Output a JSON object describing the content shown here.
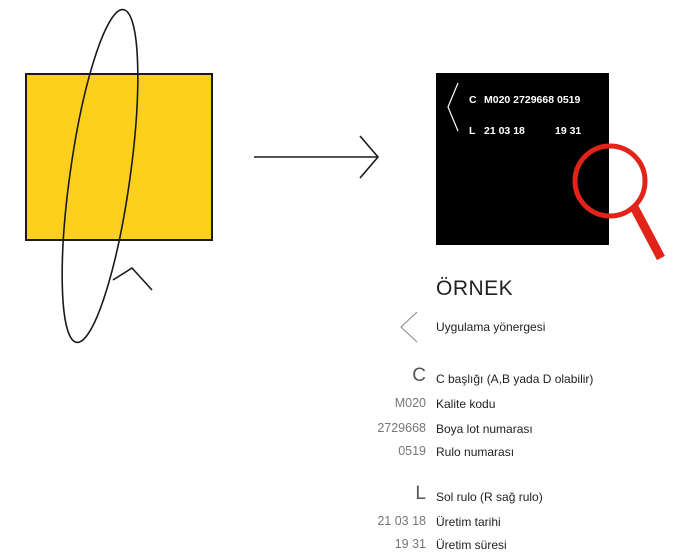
{
  "panel": {
    "line1_letter": "C",
    "line1_text": "M020 2729668 0519",
    "line2_letter": "L",
    "line2_date": "21 03 18",
    "line2_time": "19 31"
  },
  "title": "ÖRNEK",
  "legend": {
    "chevron": {
      "code": "〈",
      "desc": "Uygulama yönergesi"
    },
    "items": [
      {
        "code": "C",
        "desc": "C başlığı (A,B yada D olabilir)"
      },
      {
        "code": "M020",
        "desc": "Kalite kodu"
      },
      {
        "code": "2729668",
        "desc": "Boya lot numarası"
      },
      {
        "code": "0519",
        "desc": "Rulo numarası"
      },
      {
        "code": "L",
        "desc": "Sol rulo (R sağ rulo)"
      },
      {
        "code": "21 03 18",
        "desc": "Üretim tarihi"
      },
      {
        "code": "19 31",
        "desc": "Üretim süresi"
      }
    ]
  },
  "colors": {
    "yellow": "#fdd01e",
    "magnifier": "#e2231a",
    "panel": "#000000"
  }
}
